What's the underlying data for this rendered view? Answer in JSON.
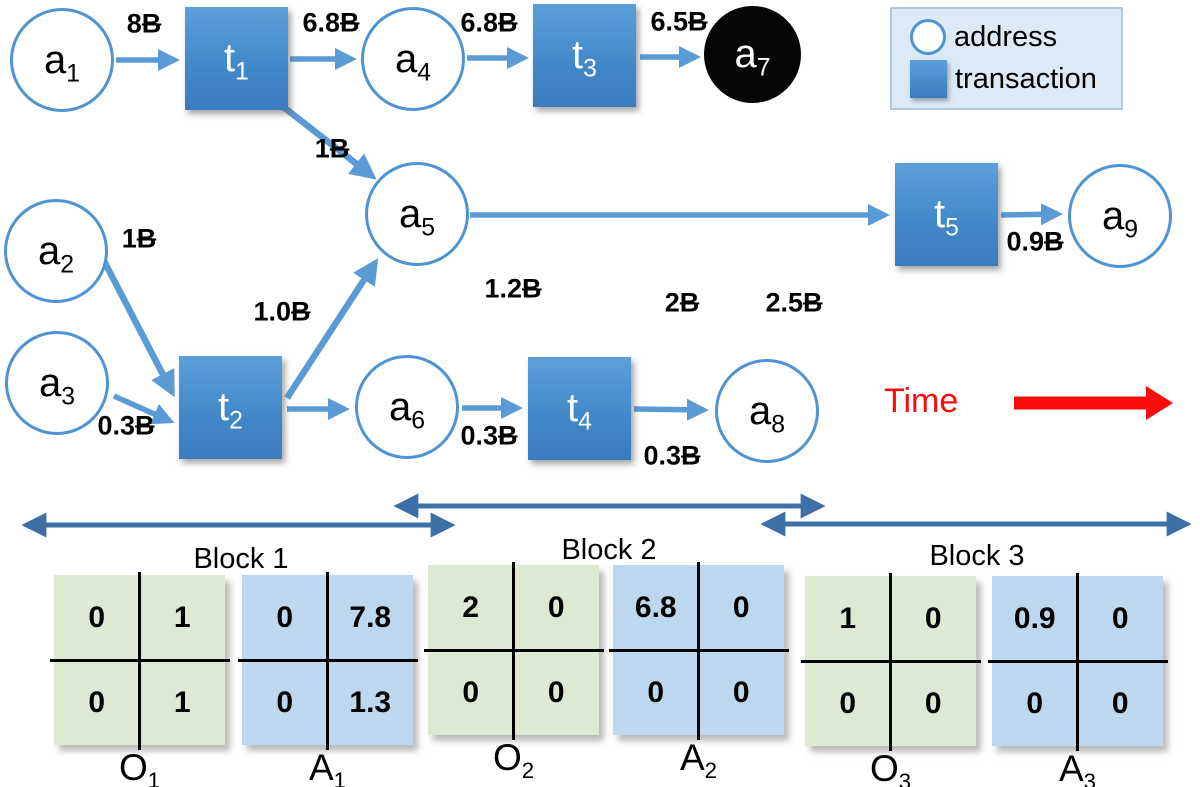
{
  "legend": {
    "address_label": "address",
    "transaction_label": "transaction"
  },
  "time_label": "Time",
  "currency_symbol": "B",
  "graph": {
    "addresses": [
      {
        "base": "a",
        "sub": "1"
      },
      {
        "base": "a",
        "sub": "2"
      },
      {
        "base": "a",
        "sub": "3"
      },
      {
        "base": "a",
        "sub": "4"
      },
      {
        "base": "a",
        "sub": "5"
      },
      {
        "base": "a",
        "sub": "6"
      },
      {
        "base": "a",
        "sub": "7"
      },
      {
        "base": "a",
        "sub": "8"
      },
      {
        "base": "a",
        "sub": "9"
      }
    ],
    "transactions": [
      {
        "base": "t",
        "sub": "1"
      },
      {
        "base": "t",
        "sub": "2"
      },
      {
        "base": "t",
        "sub": "3"
      },
      {
        "base": "t",
        "sub": "4"
      },
      {
        "base": "t",
        "sub": "5"
      }
    ],
    "edge_labels": [
      {
        "edge": "a1-t1",
        "value": "8"
      },
      {
        "edge": "t1-a4",
        "value": "6.8"
      },
      {
        "edge": "a4-t3",
        "value": "6.8"
      },
      {
        "edge": "t3-a7",
        "value": "6.5"
      },
      {
        "edge": "t1-a5",
        "value": "1"
      },
      {
        "edge": "a2-t2",
        "value": "1"
      },
      {
        "edge": "a3-t2",
        "value": "0.3"
      },
      {
        "edge": "t2-a5",
        "value": "1.0"
      },
      {
        "edge": "a5-t5",
        "value": "1.2"
      },
      {
        "edge": "t5-input",
        "value": "2"
      },
      {
        "edge": "t5-input",
        "value": "2.5"
      },
      {
        "edge": "a6-t4",
        "value": "0.3"
      },
      {
        "edge": "t4-a8",
        "value": "0.3"
      },
      {
        "edge": "t5-a9",
        "value": "0.9"
      }
    ]
  },
  "blocks": [
    {
      "title": "Block 1",
      "matrices": [
        {
          "name": "O",
          "sub": "1",
          "cells": [
            "0",
            "1",
            "0",
            "1"
          ]
        },
        {
          "name": "A",
          "sub": "1",
          "cells": [
            "0",
            "7.8",
            "0",
            "1.3"
          ]
        }
      ]
    },
    {
      "title": "Block 2",
      "matrices": [
        {
          "name": "O",
          "sub": "2",
          "cells": [
            "2",
            "0",
            "0",
            "0"
          ]
        },
        {
          "name": "A",
          "sub": "2",
          "cells": [
            "6.8",
            "0",
            "0",
            "0"
          ]
        }
      ]
    },
    {
      "title": "Block 3",
      "matrices": [
        {
          "name": "O",
          "sub": "3",
          "cells": [
            "1",
            "0",
            "0",
            "0"
          ]
        },
        {
          "name": "A",
          "sub": "3",
          "cells": [
            "0.9",
            "0",
            "0",
            "0"
          ]
        }
      ]
    }
  ],
  "colors": {
    "edge_blue": "#5b9bd5",
    "node_border_blue": "#4e94d3",
    "transaction_blue": "#4287c8",
    "span_arrow_blue": "#3e6fa7",
    "time_red": "#f90d0c",
    "matrix_green": "#dde9d3",
    "matrix_blue": "#bdd7ee",
    "legend_bg": "#dce9f6",
    "sink_node_black": "#050505"
  }
}
